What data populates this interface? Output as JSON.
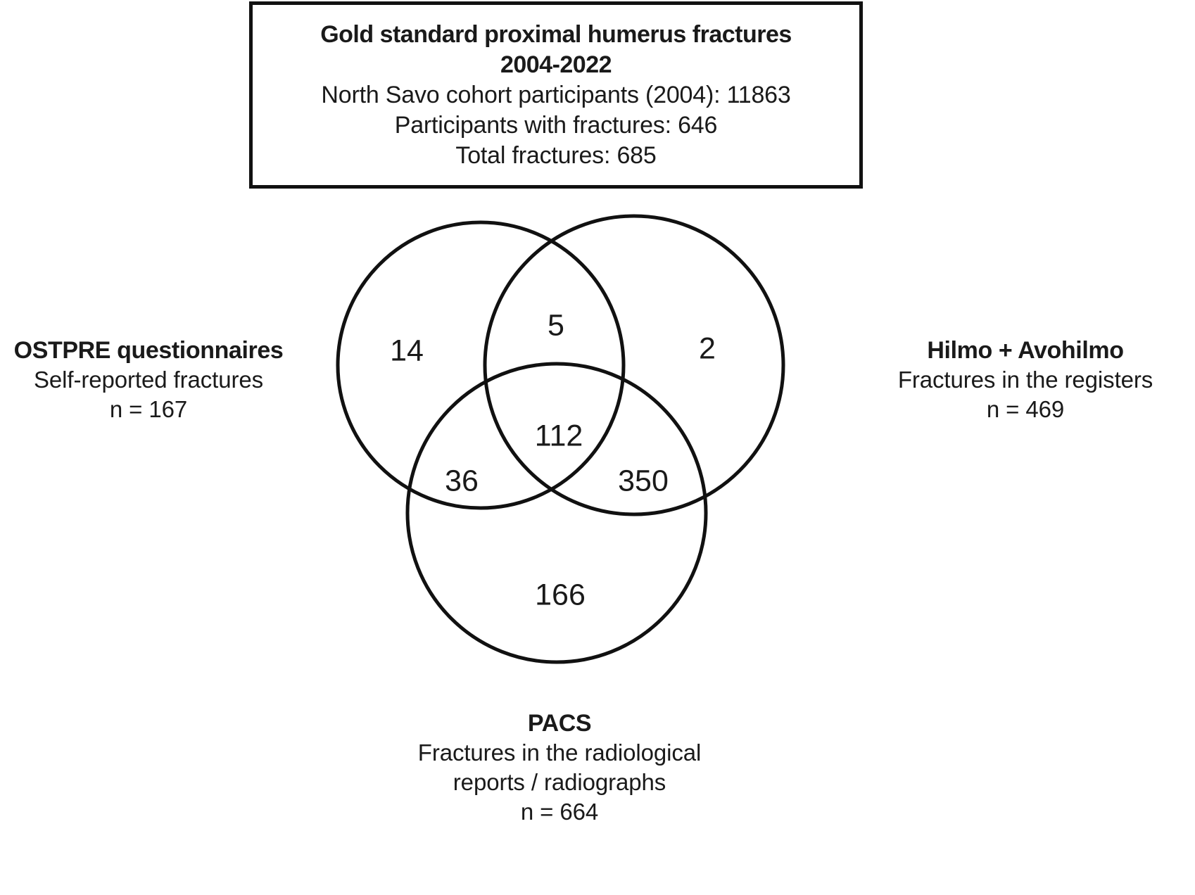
{
  "summary": {
    "title_line1": "Gold standard proximal humerus fractures",
    "title_line2": "2004-2022",
    "line3": "North Savo cohort participants (2004): 11863",
    "line4": "Participants with fractures: 646",
    "line5": "Total fractures: 685"
  },
  "labels": {
    "ostpre": {
      "title": "OSTPRE questionnaires",
      "sub1": "Self-reported fractures",
      "sub2": "n = 167"
    },
    "hilmo": {
      "title": "Hilmo + Avohilmo",
      "sub1": "Fractures in the registers",
      "sub2": "n = 469"
    },
    "pacs": {
      "title": "PACS",
      "sub1": "Fractures in the radiological",
      "sub2": "reports / radiographs",
      "sub3": "n = 664"
    }
  },
  "chart_data": {
    "type": "venn",
    "title": "Gold standard proximal humerus fractures 2004-2022",
    "sets": [
      {
        "key": "ostpre",
        "name": "OSTPRE questionnaires",
        "description": "Self-reported fractures",
        "total": 167
      },
      {
        "key": "hilmo",
        "name": "Hilmo + Avohilmo",
        "description": "Fractures in the registers",
        "total": 469
      },
      {
        "key": "pacs",
        "name": "PACS",
        "description": "Fractures in the radiological reports / radiographs",
        "total": 664
      }
    ],
    "regions": [
      {
        "id": "ostpre-only",
        "sets": [
          "ostpre"
        ],
        "value": 14
      },
      {
        "id": "ostpre-hilmo",
        "sets": [
          "ostpre",
          "hilmo"
        ],
        "value": 5
      },
      {
        "id": "hilmo-only",
        "sets": [
          "hilmo"
        ],
        "value": 2
      },
      {
        "id": "all-three",
        "sets": [
          "ostpre",
          "hilmo",
          "pacs"
        ],
        "value": 112
      },
      {
        "id": "ostpre-pacs",
        "sets": [
          "ostpre",
          "pacs"
        ],
        "value": 36
      },
      {
        "id": "hilmo-pacs",
        "sets": [
          "hilmo",
          "pacs"
        ],
        "value": 350
      },
      {
        "id": "pacs-only",
        "sets": [
          "pacs"
        ],
        "value": 166
      }
    ],
    "counts": {
      "ostpre_only": 14,
      "ostpre_hilmo": 5,
      "hilmo_only": 2,
      "all_three": 112,
      "ostpre_pacs": 36,
      "hilmo_pacs": 350,
      "pacs_only": 166
    },
    "cohort_participants_2004": 11863,
    "participants_with_fractures": 646,
    "total_fractures": 685,
    "stroke_color": "#111111",
    "fill_color": "none",
    "text_color": "#1a1a1a"
  }
}
